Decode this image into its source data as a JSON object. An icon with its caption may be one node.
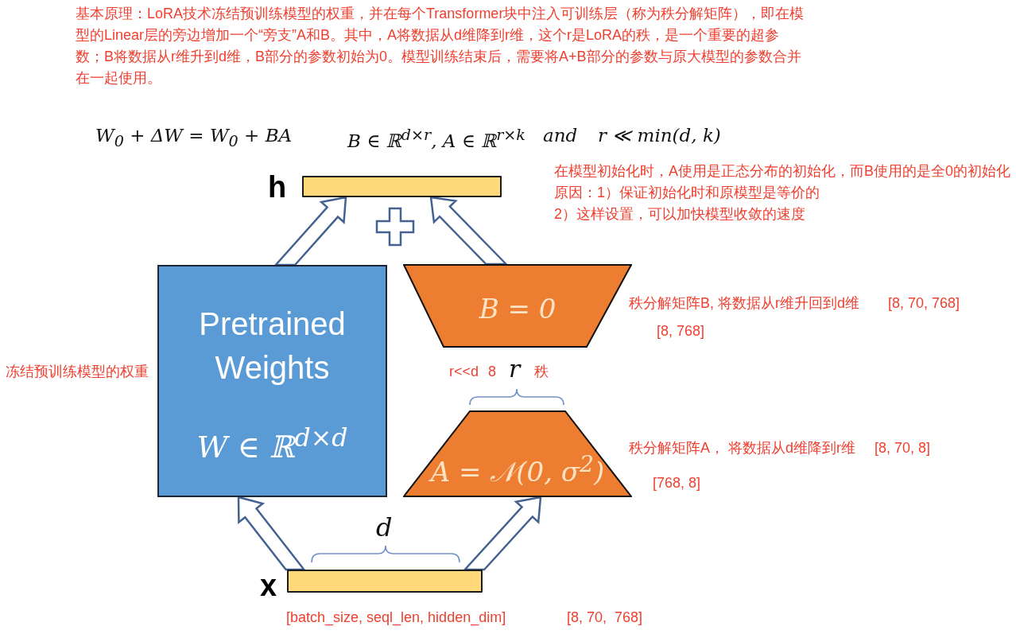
{
  "diagram": {
    "nodes": [
      {
        "text": [],
        "shape": "bar",
        "beside": [
          "h"
        ]
      },
      {
        "text": [
          "Pretrained Weights",
          "W ∈ ℝ$^{d×d}$"
        ],
        "beside": [
          "冻结预训练模型的权重"
        ]
      },
      {
        "text": [
          "B = 0"
        ],
        "beside": [
          "秩分解矩阵B, 将数据从r维升回到d维",
          "[8, 70, 768]",
          "[8, 768]"
        ]
      },
      {
        "text": [
          "A = 𝒩(0, σ$^{2}$)"
        ],
        "beside": [
          "秩分解矩阵A， 将数据从d维降到r维",
          "[8, 70, 8]",
          "[768, 8]"
        ]
      },
      {
        "text": [],
        "shape": "bar",
        "beside": [
          "x",
          "[batch_size, seql_len, hidden_dim]"
        ]
      }
    ],
    "edges": [
      {
        "from": 1,
        "to": 0,
        "arrow": "to"
      },
      {
        "from": 2,
        "to": 0,
        "arrow": "to"
      },
      {
        "from": 4,
        "to": 1,
        "arrow": "to"
      },
      {
        "from": 4,
        "to": 3,
        "arrow": "to"
      }
    ],
    "labels": [
      "基本原理：LoRA技术冻结预训练模型的权重，并在每个Transformer块中注入可训练层（称为秩分解矩阵），即在模型的Linear层的旁边增加一个“旁支”A和B。其中，A将数据从d维降到r维，这个r是LoRA的秩，是一个重要的超参数；B将数据从r维升到d维，B部分的参数初始为0。模型训练结束后，需要将A+B部分的参数与原大模型的参数合并在一起使用。",
      "W$_{0}$ + ΔW = W$_{0}$ + BA",
      "B ∈ ℝ$^{d×r}$, A ∈ ℝ$^{r×k}$",
      "and",
      "r ≪ min(d, k)",
      "在模型初始化时，A使用是正态分布的初始化，而B使用的是全0的初始化",
      "原因：1）保证初始化时和原模型是等价的",
      "2）这样设置，可以加快模型收敛的速度",
      "r<<d",
      "8",
      "r",
      "秩",
      "d",
      "[8, 70,  768]"
    ]
  }
}
